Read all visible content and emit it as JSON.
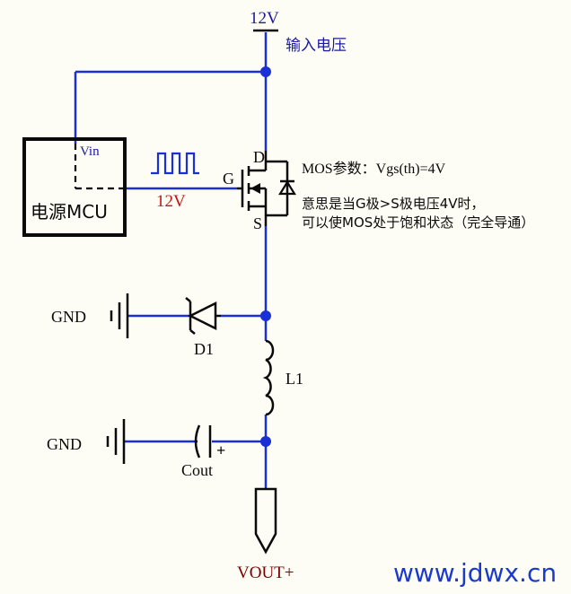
{
  "colors": {
    "wire": "#1a2fd6",
    "ink": "#0a0a0a",
    "label_blue": "#1a1aa0",
    "label_red": "#cc1111",
    "label_dark_red": "#7a0000",
    "watermark": "#1a3acc",
    "background": "#fdfdf5"
  },
  "labels": {
    "supply_voltage": "12V",
    "input_voltage": "输入电压",
    "vin_pin": "Vin",
    "mcu_block": "电源MCU",
    "pwm_amplitude": "12V",
    "gate_pin": "G",
    "drain_pin": "D",
    "source_pin": "S",
    "mos_param": "MOS参数：Vgs(th)=4V",
    "mos_note_line1": "意思是当G极>S极电压4V时，",
    "mos_note_line2": "可以使MOS处于饱和状态（完全导通）",
    "gnd_top": "GND",
    "diode": "D1",
    "inductor": "L1",
    "gnd_bottom": "GND",
    "capacitor": "Cout",
    "cap_plus": "+",
    "output": "VOUT+",
    "watermark": "www.jdwx.cn"
  }
}
